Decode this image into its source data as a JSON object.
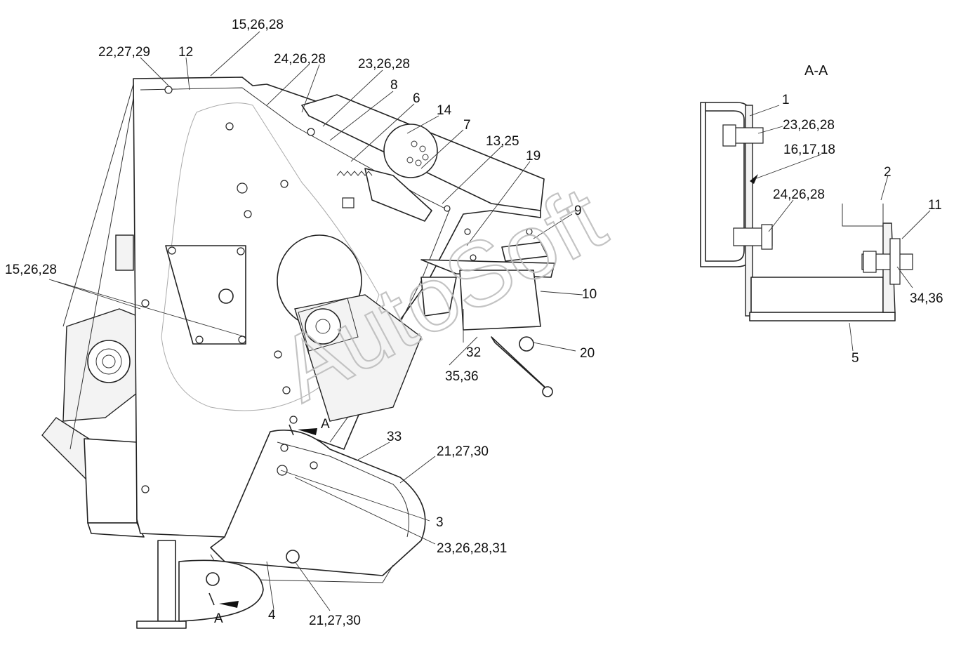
{
  "watermark": "AutoSoft",
  "section_title": "А-А",
  "section_marks": [
    "А",
    "А"
  ],
  "callouts_main": [
    "15,26,28",
    "22,27,29",
    "12",
    "24,26,28",
    "23,26,28",
    "8",
    "6",
    "14",
    "7",
    "13,25",
    "19",
    "9",
    "10",
    "20",
    "32",
    "35,36",
    "15,26,28",
    "33",
    "21,27,30",
    "3",
    "23,26,28,31",
    "4",
    "21,27,30"
  ],
  "callouts_section": [
    "1",
    "23,26,28",
    "16,17,18",
    "2",
    "24,26,28",
    "11",
    "34,36",
    "5"
  ]
}
